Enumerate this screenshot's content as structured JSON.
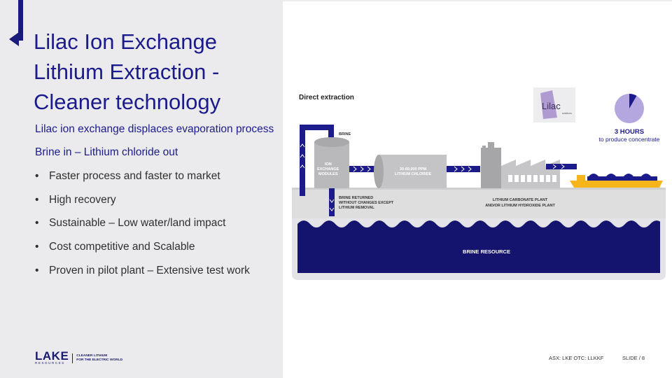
{
  "title": "Lilac Ion Exchange\nLithium Extraction -\nCleaner technology",
  "subheadings": [
    "Lilac ion exchange displaces evaporation process",
    "Brine in – Lithium chloride out"
  ],
  "bullets": [
    "Faster process and faster to market",
    "High recovery",
    "Sustainable – Low water/land impact",
    "Cost competitive and Scalable",
    "Proven in pilot plant – Extensive test work"
  ],
  "diagram": {
    "heading": "Direct extraction",
    "brine_label": "BRINE",
    "ion_exchange_lines": [
      "ION",
      "EXCHANGE",
      "MODULES"
    ],
    "lithium_chloride_lines": [
      "30-60,000 PPM",
      "LITHIUM CHLORIDE"
    ],
    "brine_returned_lines": [
      "BRINE RETURNED",
      "WITHOUT CHANGES EXCEPT",
      "LITHIUM REMOVAL"
    ],
    "plant_lines": [
      "LITHIUM CARBONATE PLANT",
      "AND/OR LITHIUM HYDROXIDE PLANT"
    ],
    "brine_resource": "BRINE RESOURCE",
    "hours_title": "3 HOURS",
    "hours_sub": "to produce concentrate",
    "hours_pie_fraction": 0.08,
    "lilac_logo_text": "Lilac",
    "lilac_logo_sub": "solutions"
  },
  "logo": {
    "word": "LAKE",
    "sub": "RESOURCES",
    "tagline_lines": [
      "CLEANER LITHIUM",
      "FOR THE ELECTRIC WORLD"
    ]
  },
  "footer": {
    "tickers": "ASX: LKE   OTC: LLKKF",
    "slide": "SLIDE / 8"
  },
  "colors": {
    "navy": "#1b1b8c",
    "dark_navy": "#14146e",
    "ground_gray": "#e2e2e4",
    "tank_gray": "#b9b9bc",
    "ship_yellow": "#f5b51b",
    "pie_lilac": "#b4a6df"
  }
}
